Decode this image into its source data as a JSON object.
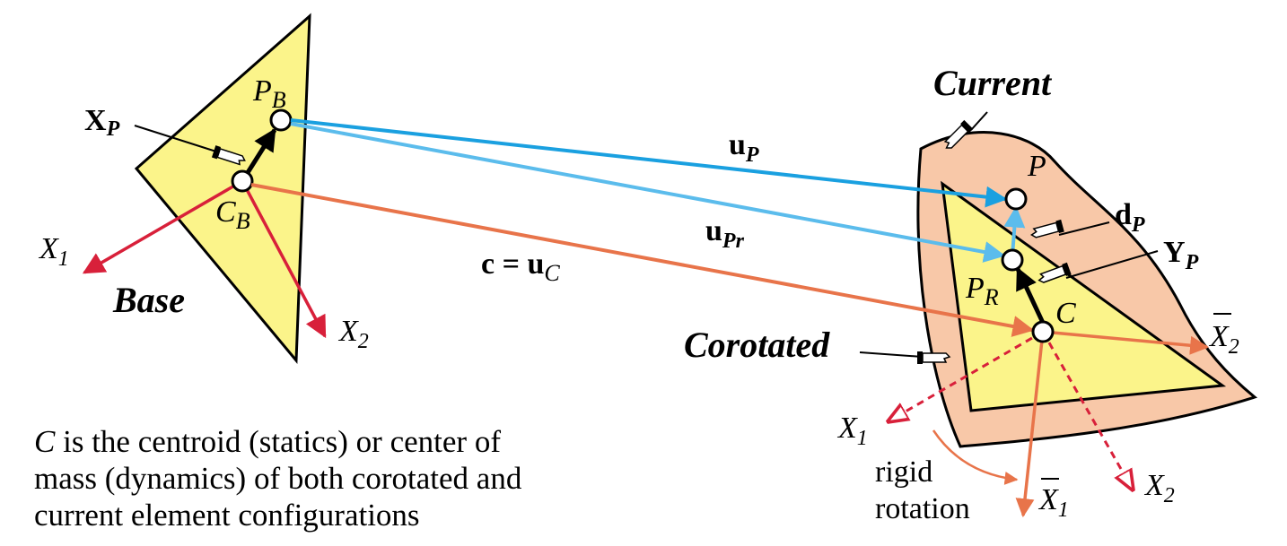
{
  "colors": {
    "triangle_fill": "#fbf48a",
    "current_fill": "#f8c8a8",
    "blue": "#1aa0e0",
    "light_blue": "#5bbcec",
    "orange": "#e8744a",
    "red": "#d8203a",
    "dashed_red": "#d8203a"
  },
  "labels": {
    "base": "Base",
    "current": "Current",
    "corotated": "Corotated",
    "xp": "X",
    "xp_sub": "P",
    "pb": "P",
    "pb_sub": "B",
    "cb": "C",
    "cb_sub": "B",
    "x1": "X",
    "x1_sub": "1",
    "x2": "X",
    "x2_sub": "2",
    "up": "u",
    "up_sub": "P",
    "upr": "u",
    "upr_sub": "Pr",
    "c_eq": "c = u",
    "c_eq_sub": "C",
    "p": "P",
    "dp": "d",
    "dp_sub": "P",
    "yp": "Y",
    "yp_sub": "P",
    "pr": "P",
    "pr_sub": "R",
    "c": "C",
    "xbar2": "X",
    "xbar2_sub": "2",
    "xbar1": "X",
    "xbar1_sub": "1",
    "x1_corot": "X",
    "x1_corot_sub": "1",
    "x2_corot": "X",
    "x2_corot_sub": "2",
    "rigid": "rigid",
    "rotation": "rotation"
  },
  "note": {
    "line1_italic": "C",
    "line1_rest": " is the centroid (statics) or center of",
    "line2": "mass (dynamics) of both corotated and",
    "line3": "current element configurations"
  }
}
